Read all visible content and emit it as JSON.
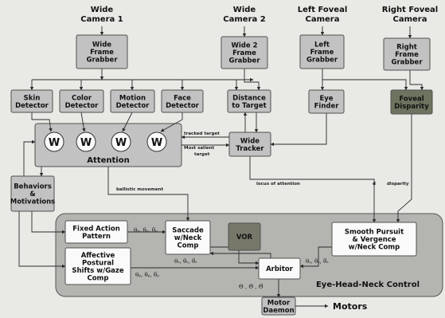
{
  "cameras": [
    {
      "id": "cam1",
      "lines": [
        "Wide",
        "Camera 1"
      ]
    },
    {
      "id": "cam2",
      "lines": [
        "Wide",
        "Camera 2"
      ]
    },
    {
      "id": "cam3",
      "lines": [
        "Left Foveal",
        "Camera"
      ]
    },
    {
      "id": "cam4",
      "lines": [
        "Right Foveal",
        "Camera"
      ]
    }
  ],
  "nodes": [
    {
      "id": "wide-frame-grabber",
      "lines": [
        "Wide",
        "Frame",
        "Grabber"
      ]
    },
    {
      "id": "wide2-frame-grabber",
      "lines": [
        "Wide 2",
        "Frame",
        "Grabber"
      ]
    },
    {
      "id": "left-frame-grabber",
      "lines": [
        "Left",
        "Frame",
        "Grabber"
      ]
    },
    {
      "id": "right-frame-grabber",
      "lines": [
        "Right",
        "Frame",
        "Grabber"
      ]
    },
    {
      "id": "skin-detector",
      "lines": [
        "Skin",
        "Detector"
      ]
    },
    {
      "id": "color-detector",
      "lines": [
        "Color",
        "Detector"
      ]
    },
    {
      "id": "motion-detector",
      "lines": [
        "Motion",
        "Detector"
      ]
    },
    {
      "id": "face-detector",
      "lines": [
        "Face",
        "Detector"
      ]
    },
    {
      "id": "distance-to-target",
      "lines": [
        "Distance",
        "to Target"
      ]
    },
    {
      "id": "eye-finder",
      "lines": [
        "Eye",
        "Finder"
      ]
    },
    {
      "id": "foveal-disparity",
      "lines": [
        "Foveal",
        "Disparity"
      ]
    },
    {
      "id": "wide-tracker",
      "lines": [
        "Wide",
        "Tracker"
      ]
    },
    {
      "id": "behaviors-motivations",
      "lines": [
        "Behaviors",
        "&",
        "Motivations"
      ]
    },
    {
      "id": "fixed-action-pattern",
      "lines": [
        "Fixed Action",
        "Pattern"
      ]
    },
    {
      "id": "affective-postural-shifts",
      "lines": [
        "Affective",
        "Postural",
        "Shifts w/Gaze",
        "Comp"
      ]
    },
    {
      "id": "saccade-neck-comp",
      "lines": [
        "Saccade",
        "w/Neck",
        "Comp"
      ]
    },
    {
      "id": "vor",
      "lines": [
        "VOR"
      ]
    },
    {
      "id": "smooth-pursuit-vergence",
      "lines": [
        "Smooth Pursuit",
        "& Vergence",
        "w/Neck Comp"
      ]
    },
    {
      "id": "arbitor",
      "lines": [
        "Arbitor"
      ]
    },
    {
      "id": "motor-daemon",
      "lines": [
        "Motor",
        "Daemon"
      ]
    }
  ],
  "weights": [
    "W",
    "W",
    "W",
    "W"
  ],
  "groups": {
    "attention": "Attention",
    "eye_head_neck_control": "Eye-Head-Neck Control"
  },
  "motors_label": "Motors",
  "edge_labels": {
    "tracked_target": "tracked target",
    "most_salient_target": [
      "Most salient",
      "target"
    ],
    "ballistic_movement": "ballistic movement",
    "locus_of_attention": "locus of attention",
    "d": "d",
    "disparity": "disparity"
  },
  "symbols": {
    "fixed_action": "θₚ, θ̇ₚ, θ̈ₚ",
    "affective": "θₚ, θ̇ₚ, θ̈ₚ",
    "saccade": "θₛ, θ̇ₛ, θ̈ₛ",
    "smooth": "θₛ, θ̇ₛ, θ̈ₛ",
    "arbitor_out": "Θ , Θ̇ , Θ̈"
  }
}
